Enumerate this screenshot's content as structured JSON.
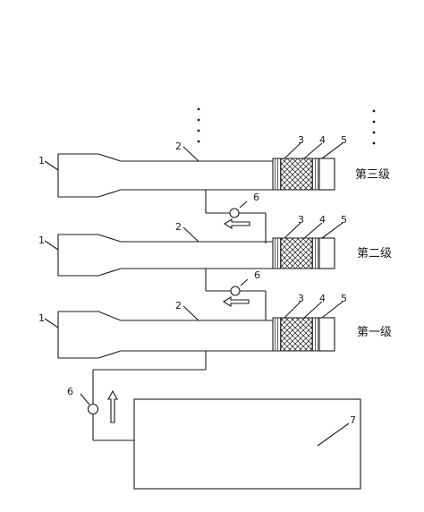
{
  "labels": {
    "part1": "1",
    "part2": "2",
    "part3": "3",
    "part4": "4",
    "part5": "5",
    "part6": "6",
    "part7": "7"
  },
  "stages": [
    "第一级",
    "第二级",
    "第三级"
  ]
}
